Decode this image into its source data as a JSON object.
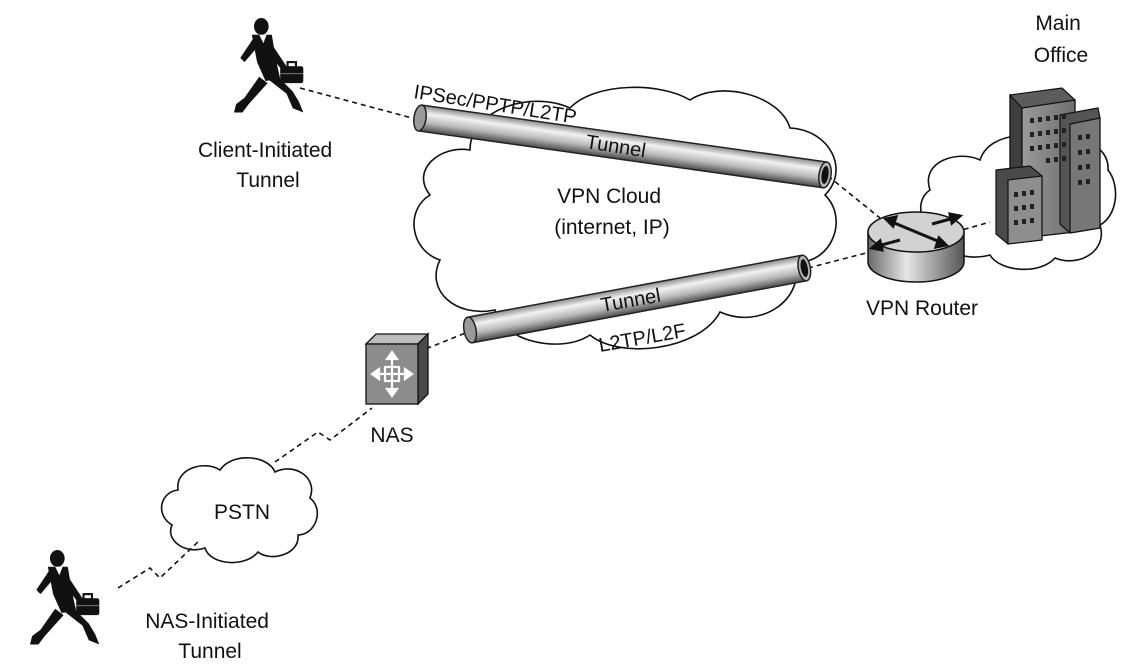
{
  "labels": {
    "main_office_line1": "Main",
    "main_office_line2": "Office",
    "client_initiated_line1": "Client-Initiated",
    "client_initiated_line2": "Tunnel",
    "protocols_top": "IPSec/PPTP/L2TP",
    "tunnel_top": "Tunnel",
    "vpn_cloud_line1": "VPN Cloud",
    "vpn_cloud_line2": "(internet, IP)",
    "tunnel_bottom": "Tunnel",
    "protocols_bottom": "L2TP/L2F",
    "vpn_router": "VPN Router",
    "nas": "NAS",
    "pstn": "PSTN",
    "nas_initiated_line1": "NAS-Initiated",
    "nas_initiated_line2": "Tunnel"
  },
  "icons": {
    "client_user": "running-person-icon",
    "remote_user": "running-person-icon",
    "main_office": "office-building-icon",
    "vpn_router": "router-icon",
    "nas": "access-server-icon"
  }
}
